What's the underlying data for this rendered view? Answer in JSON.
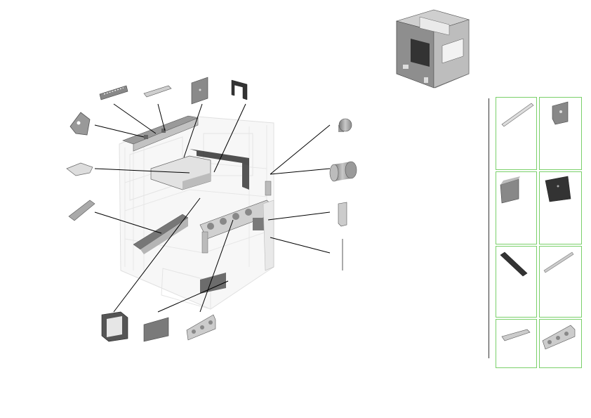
{
  "colors": {
    "thumb_border": "#7ad06a",
    "leader_line": "#000000",
    "part_dark": "#6e6e6e",
    "part_mid": "#9a9a9a",
    "part_light": "#d2d2d2",
    "assembly_ghost": "#c8c8c8",
    "background": "#ffffff"
  },
  "diagram": {
    "kind": "exploded-parts-view",
    "parts": [
      {
        "id": "hinge-bracket-left",
        "icon": "bracket-icon"
      },
      {
        "id": "rail-strip-top",
        "icon": "rail-icon"
      },
      {
        "id": "flat-bracket-top",
        "icon": "bracket-icon"
      },
      {
        "id": "cover-panel-top",
        "icon": "panel-icon"
      },
      {
        "id": "frame-bar-top",
        "icon": "frame-icon"
      },
      {
        "id": "tray-plate",
        "icon": "plate-icon"
      },
      {
        "id": "guide-rail-left",
        "icon": "rail-icon"
      },
      {
        "id": "display-bezel",
        "icon": "bezel-icon"
      },
      {
        "id": "side-cover",
        "icon": "panel-icon"
      },
      {
        "id": "gear-bracket",
        "icon": "gear-icon"
      },
      {
        "id": "knob",
        "icon": "knob-icon"
      },
      {
        "id": "roller-cylinder",
        "icon": "roller-icon"
      },
      {
        "id": "mount-bracket-right",
        "icon": "bracket-icon"
      },
      {
        "id": "thin-rod",
        "icon": "rod-icon"
      }
    ]
  },
  "thumbnails": [
    {
      "id": "thumb-1",
      "icon": "rail-icon"
    },
    {
      "id": "thumb-2",
      "icon": "bracket-icon"
    },
    {
      "id": "thumb-3",
      "icon": "panel-icon"
    },
    {
      "id": "thumb-4",
      "icon": "plate-icon"
    },
    {
      "id": "thumb-5",
      "icon": "bar-icon"
    },
    {
      "id": "thumb-6",
      "icon": "rod-icon"
    },
    {
      "id": "thumb-7",
      "icon": "bracket-icon"
    },
    {
      "id": "thumb-8",
      "icon": "gear-icon"
    }
  ]
}
